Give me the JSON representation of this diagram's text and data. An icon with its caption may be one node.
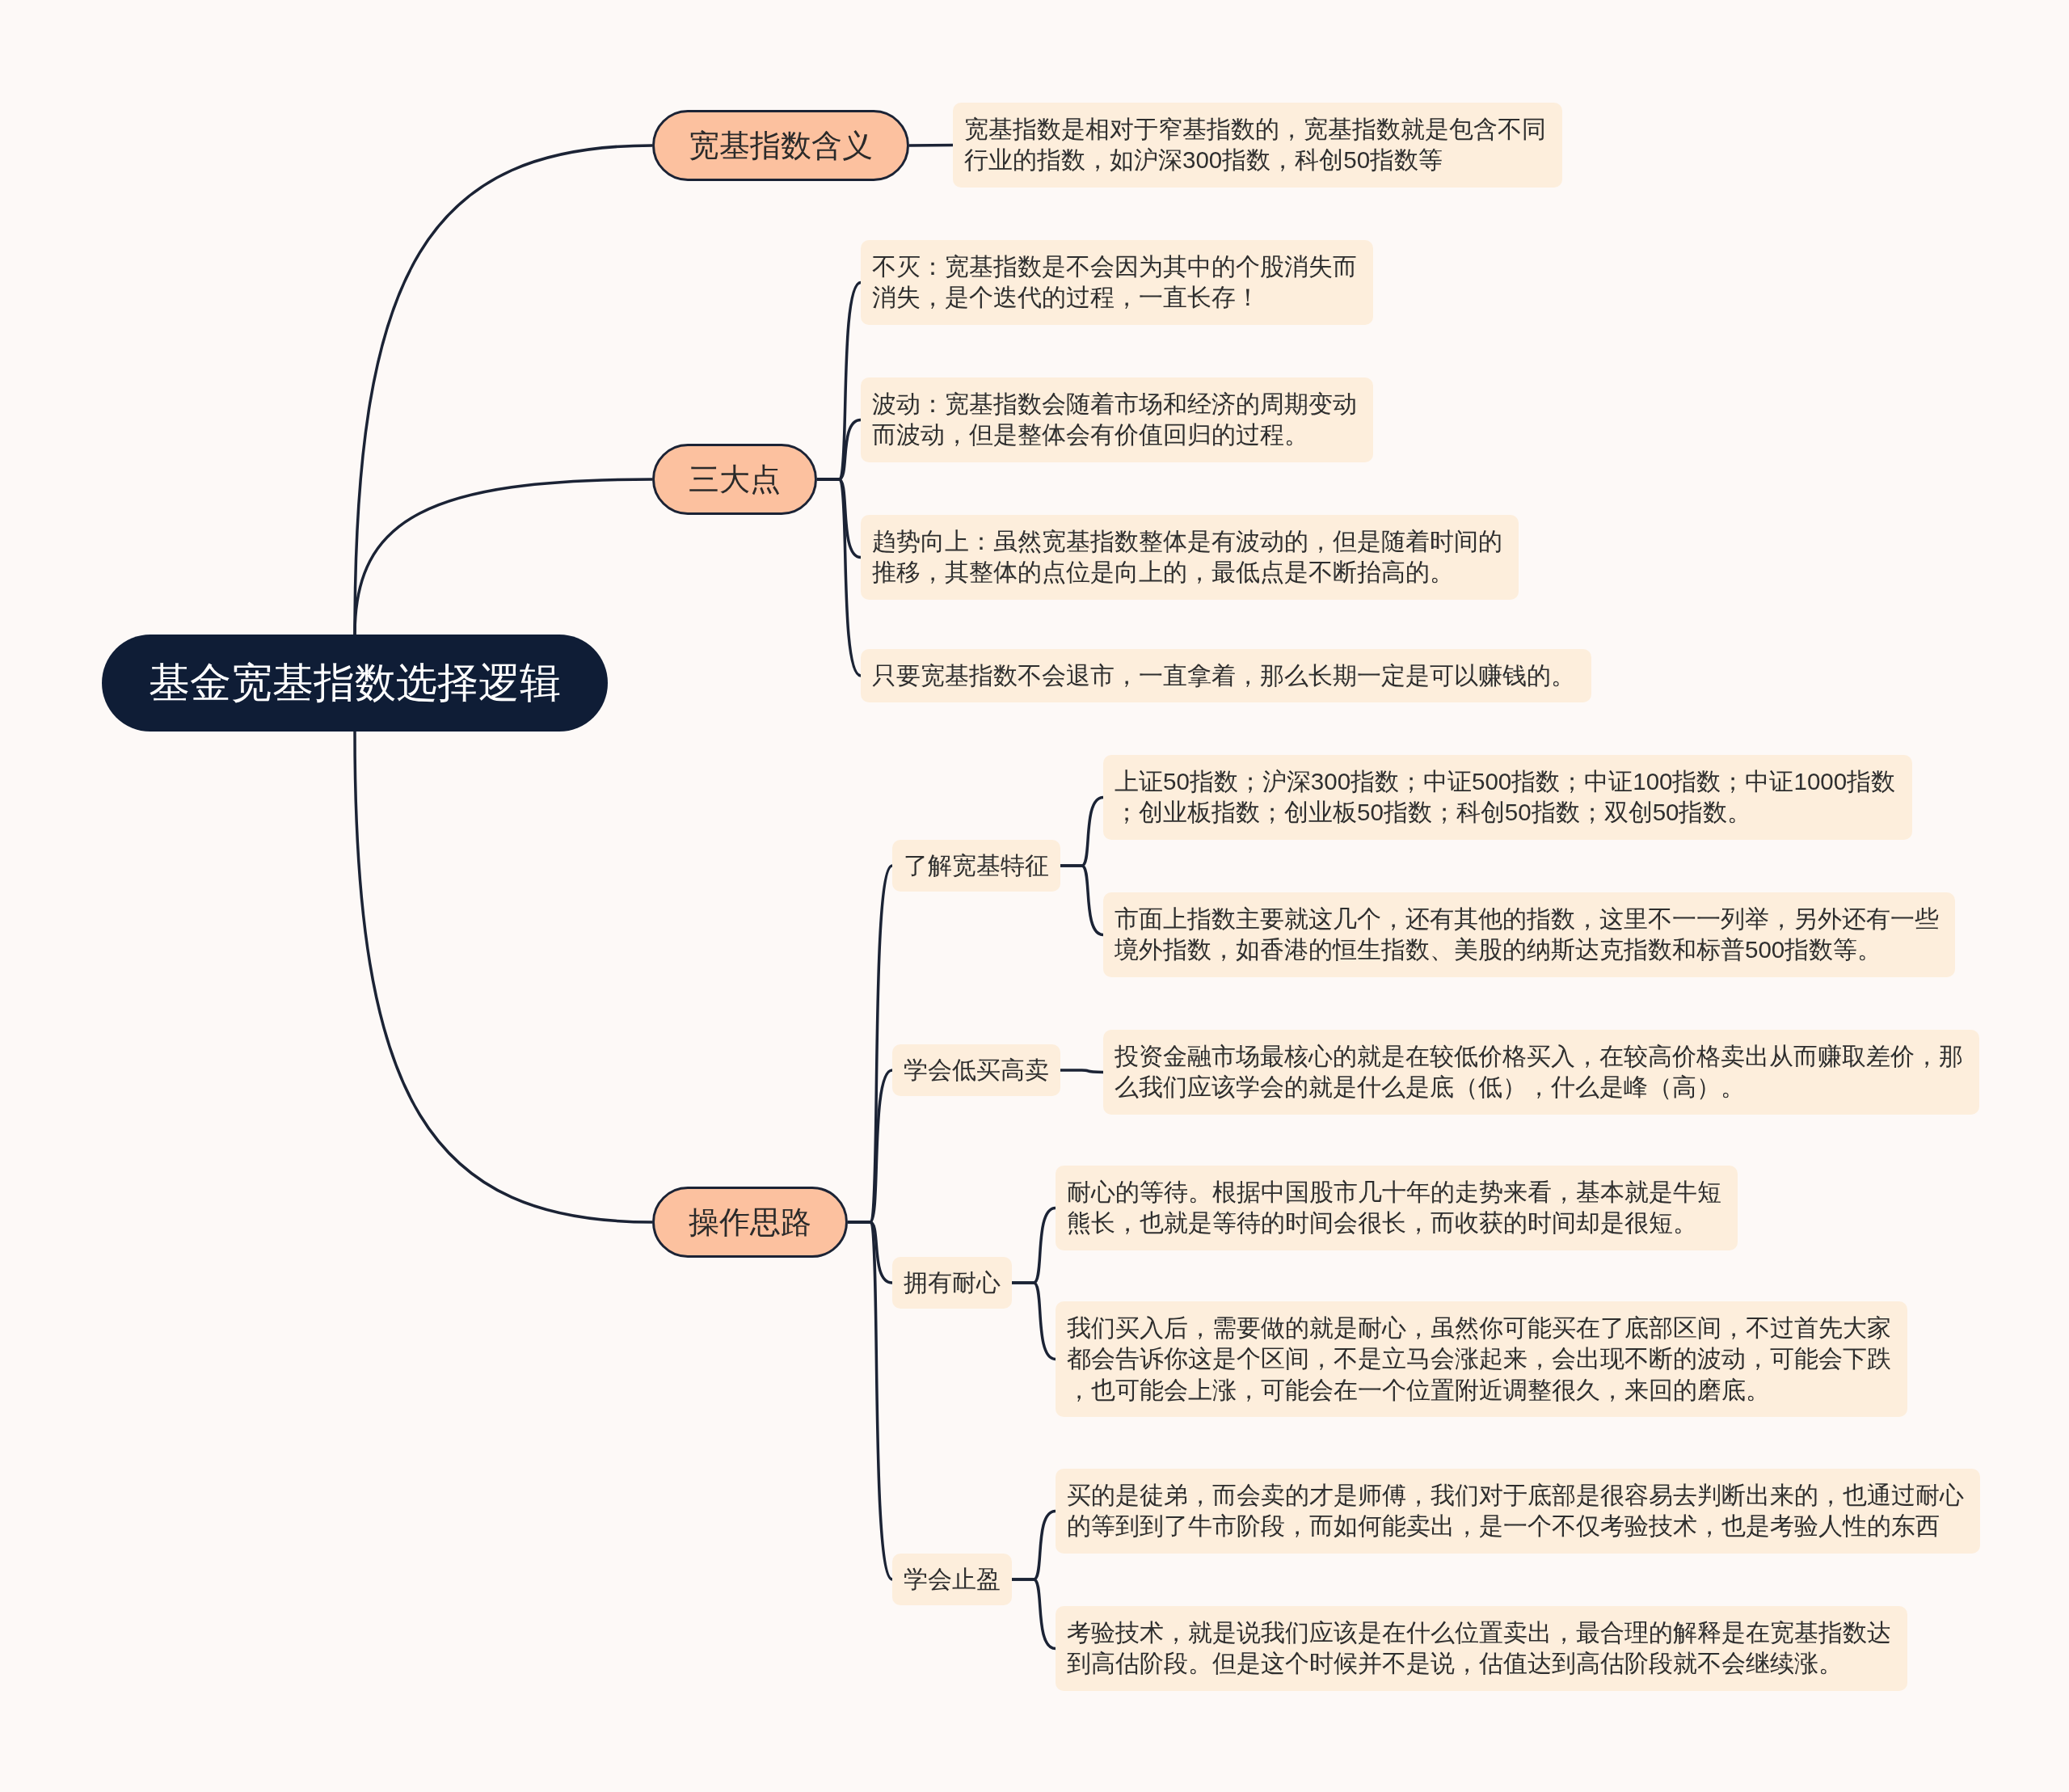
{
  "diagram": {
    "nodes": [
      {
        "text": [
          "基金宽基指数选择逻辑"
        ]
      },
      {
        "text": [
          "宽基指数含义"
        ]
      },
      {
        "text": [
          "宽基指数是相对于窄基指数的，宽基指数就是包含不同行业的指数，如沪深300指数，科创50指数等"
        ]
      },
      {
        "text": [
          "三大点"
        ]
      },
      {
        "text": [
          "不灭：宽基指数是不会因为其中的个股消失而消失，是个迭代的过程，一直长存！"
        ]
      },
      {
        "text": [
          "波动：宽基指数会随着市场和经济的周期变动而波动，但是整体会有价值回归的过程。"
        ]
      },
      {
        "text": [
          "趋势向上：虽然宽基指数整体是有波动的，但是随着时间的推移，其整体的点位是向上的，最低点是不断抬高的。"
        ]
      },
      {
        "text": [
          "只要宽基指数不会退市，一直拿着，那么长期一定是可以赚钱的。"
        ]
      },
      {
        "text": [
          "操作思路"
        ]
      },
      {
        "text": [
          "了解宽基特征"
        ]
      },
      {
        "text": [
          "上证50指数；沪深300指数；中证500指数；中证100指数；中证1000指数；创业板指数；创业板50指数；科创50指数；双创50指数。"
        ]
      },
      {
        "text": [
          "市面上指数主要就这几个，还有其他的指数，这里不一一列举，另外还有一些境外指数，如香港的恒生指数、美股的纳斯达克指数和标普500指数等。"
        ]
      },
      {
        "text": [
          "学会低买高卖"
        ]
      },
      {
        "text": [
          "投资金融市场最核心的就是在较低价格买入，在较高价格卖出从而赚取差价，那么我们应该学会的就是什么是底（低），什么是峰（高）。"
        ]
      },
      {
        "text": [
          "拥有耐心"
        ]
      },
      {
        "text": [
          "耐心的等待。根据中国股市几十年的走势来看，基本就是牛短熊长，也就是等待的时间会很长，而收获的时间却是很短。"
        ]
      },
      {
        "text": [
          "我们买入后，需要做的就是耐心，虽然你可能买在了底部区间，不过首先大家都会告诉你这是个区间，不是立马会涨起来，会出现不断的波动，可能会下跌，也可能会上涨，可能会在一个位置附近调整很久，来回的磨底。"
        ]
      },
      {
        "text": [
          "学会止盈"
        ]
      },
      {
        "text": [
          "买的是徒弟，而会卖的才是师傅，我们对于底部是很容易去判断出来的，也通过耐心的等到到了牛市阶段，而如何能卖出，是一个不仅考验技术，也是考验人性的东西"
        ]
      },
      {
        "text": [
          "考验技术，就是说我们应该是在什么位置卖出，最合理的解释是在宽基指数达到高估阶段。但是这个时候并不是说，估值达到高估阶段就不会继续涨。"
        ]
      }
    ],
    "edges": [
      {
        "from": 0,
        "to": 1,
        "arrow": "none"
      },
      {
        "from": 1,
        "to": 2,
        "arrow": "none"
      },
      {
        "from": 0,
        "to": 3,
        "arrow": "none"
      },
      {
        "from": 3,
        "to": 4,
        "arrow": "none"
      },
      {
        "from": 3,
        "to": 5,
        "arrow": "none"
      },
      {
        "from": 3,
        "to": 6,
        "arrow": "none"
      },
      {
        "from": 3,
        "to": 7,
        "arrow": "none"
      },
      {
        "from": 0,
        "to": 8,
        "arrow": "none"
      },
      {
        "from": 8,
        "to": 9,
        "arrow": "none"
      },
      {
        "from": 9,
        "to": 10,
        "arrow": "none"
      },
      {
        "from": 9,
        "to": 11,
        "arrow": "none"
      },
      {
        "from": 8,
        "to": 12,
        "arrow": "none"
      },
      {
        "from": 12,
        "to": 13,
        "arrow": "none"
      },
      {
        "from": 8,
        "to": 14,
        "arrow": "none"
      },
      {
        "from": 14,
        "to": 15,
        "arrow": "none"
      },
      {
        "from": 14,
        "to": 16,
        "arrow": "none"
      },
      {
        "from": 8,
        "to": 17,
        "arrow": "none"
      },
      {
        "from": 17,
        "to": 18,
        "arrow": "none"
      },
      {
        "from": 17,
        "to": 19,
        "arrow": "none"
      }
    ]
  }
}
